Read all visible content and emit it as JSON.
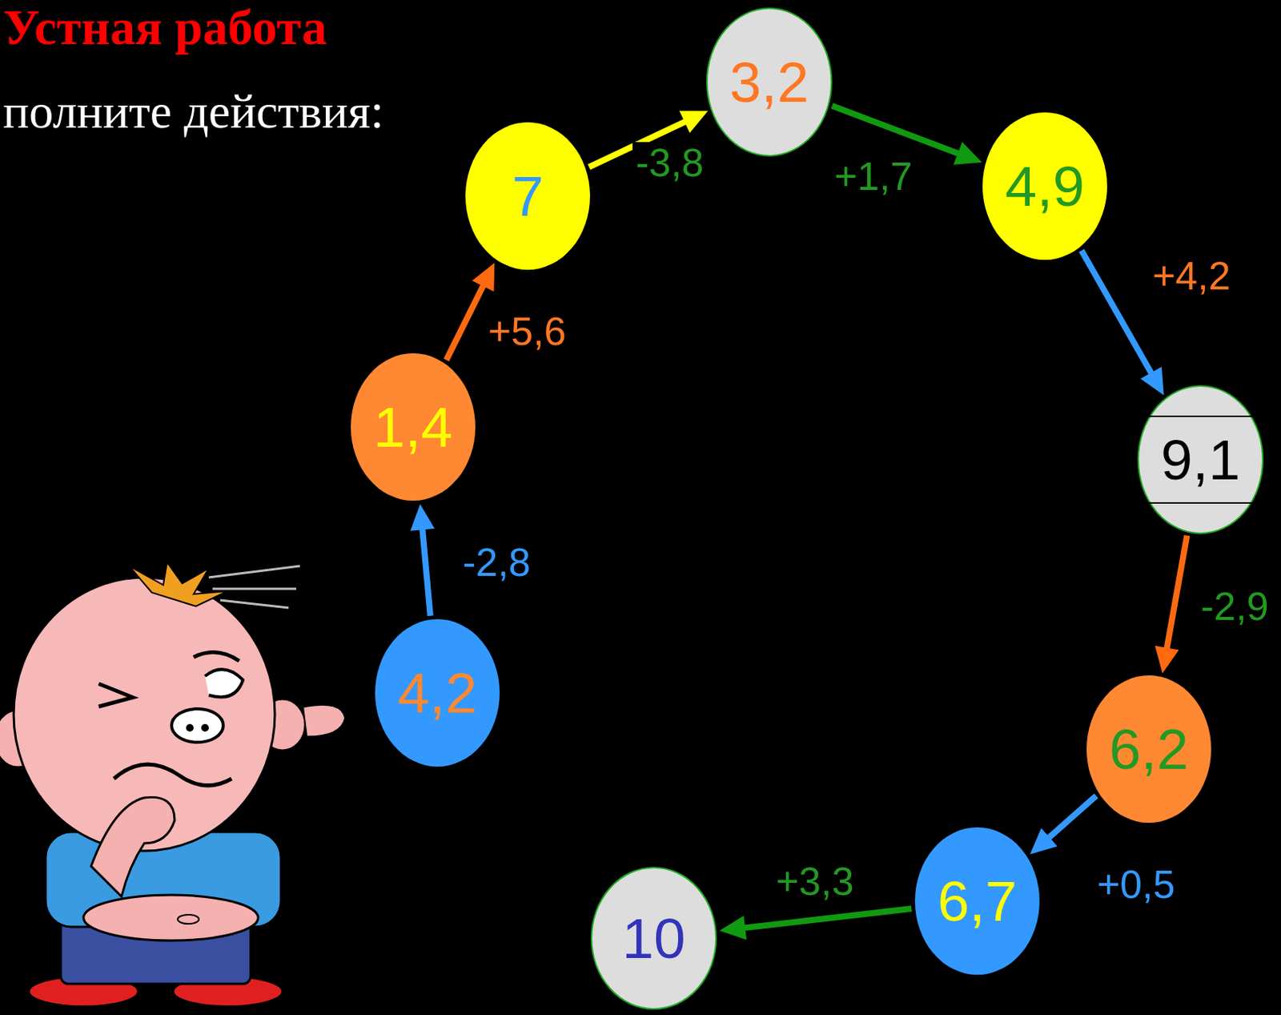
{
  "diagram": {
    "title": "Устная работа",
    "nodes": [
      {
        "text": [
          "4,2"
        ]
      },
      {
        "text": [
          "1,4"
        ]
      },
      {
        "text": [
          "7"
        ]
      },
      {
        "text": [
          "3,2"
        ]
      },
      {
        "text": [
          "4,9"
        ]
      },
      {
        "text": [
          "9,1"
        ]
      },
      {
        "text": [
          "6,2"
        ]
      },
      {
        "text": [
          "6,7"
        ]
      },
      {
        "text": [
          "10"
        ]
      }
    ],
    "edges": [
      {
        "from": 0,
        "to": 1,
        "label": "-2,8",
        "arrow": "to"
      },
      {
        "from": 1,
        "to": 2,
        "label": "+5,6",
        "arrow": "to"
      },
      {
        "from": 2,
        "to": 3,
        "label": "-3,8",
        "arrow": "to"
      },
      {
        "from": 3,
        "to": 4,
        "label": "+1,7",
        "arrow": "to"
      },
      {
        "from": 4,
        "to": 5,
        "label": "+4,2",
        "arrow": "to"
      },
      {
        "from": 5,
        "to": 6,
        "label": "-2,9",
        "arrow": "to"
      },
      {
        "from": 6,
        "to": 7,
        "label": "+0,5",
        "arrow": "to"
      },
      {
        "from": 7,
        "to": 8,
        "label": "+3,3",
        "arrow": "to"
      }
    ],
    "labels": [
      "полните действия:"
    ]
  }
}
